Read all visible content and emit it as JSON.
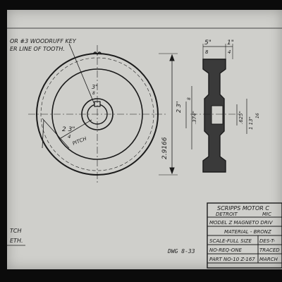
{
  "notes": {
    "key_line1": "OR #3 WOODRUFF KEY",
    "key_line2": "ER LINE OF TOOTH.",
    "bottom_left1": "TCH",
    "bottom_left2": "ETH.",
    "pitch_label": "PITCH"
  },
  "dims": {
    "width_5_8": "5\"",
    "width_5_8_den": "8",
    "width_1_4": "1\"",
    "width_1_4_den": "4",
    "dia_total": "2.9166",
    "dia_2_3_4": "2 3\"",
    "dia_2_3_4_den": "4",
    "dia_3_8": "3\"",
    "dia_3_8_den": "8",
    "hub_2_3_8": "2 3\"",
    "hub_2_3_8_den": "8",
    "dim_374": ".374\"",
    "dim_625": ".625\"",
    "dim_1_13_16": "1 13\"",
    "dim_1_13_16_den": "16"
  },
  "title_block": {
    "company": "SCRIPPS MOTOR C",
    "city1": "DETROIT",
    "city2": "MIC",
    "line2": "MODEL Z MAGNETO DRIV",
    "line3": "MATERIAL - BRONZ",
    "scale": "SCALE-FULL SIZE",
    "des": "DES-T-",
    "req": "NO-REQ-ONE",
    "traced": "TRACED",
    "part": "PART NO-10 Z-167",
    "date": "MARCH"
  },
  "drawing_no": "DWG 8-33"
}
